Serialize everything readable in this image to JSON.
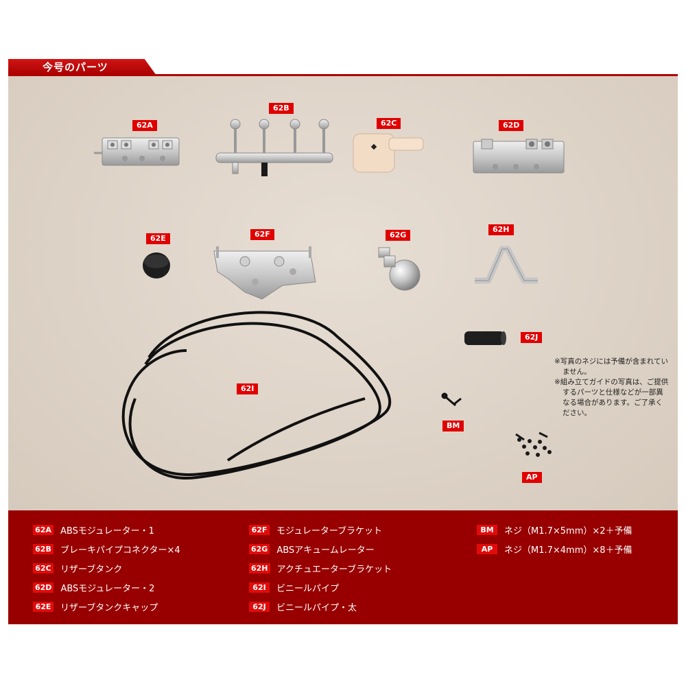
{
  "header": {
    "title": "今号のパーツ"
  },
  "photo_labels": {
    "a": "62A",
    "b": "62B",
    "c": "62C",
    "d": "62D",
    "e": "62E",
    "f": "62F",
    "g": "62G",
    "h": "62H",
    "i": "62I",
    "j": "62J",
    "bm": "BM",
    "ap": "AP"
  },
  "note": {
    "line1": "※写真のネジには予備が含まれていません。",
    "line2": "※組み立てガイドの写真は、ご提供するパーツと仕様などが一部異なる場合があります。ご了承ください。"
  },
  "legend": {
    "items": [
      {
        "code": "62A",
        "name": "ABSモジュレーター・1"
      },
      {
        "code": "62B",
        "name": "ブレーキパイプコネクター×4"
      },
      {
        "code": "62C",
        "name": "リザーブタンク"
      },
      {
        "code": "62D",
        "name": "ABSモジュレーター・2"
      },
      {
        "code": "62E",
        "name": "リザーブタンクキャップ"
      },
      {
        "code": "62F",
        "name": "モジュレーターブラケット"
      },
      {
        "code": "62G",
        "name": "ABSアキュームレーター"
      },
      {
        "code": "62H",
        "name": "アクチュエーターブラケット"
      },
      {
        "code": "62I",
        "name": "ビニールパイプ"
      },
      {
        "code": "62J",
        "name": "ビニールパイプ・太"
      },
      {
        "code": "BM",
        "name": "ネジ（M1.7×5mm）×2＋予備"
      },
      {
        "code": "AP",
        "name": "ネジ（M1.7×4mm）×8＋予備"
      }
    ]
  },
  "colors": {
    "accent": "#e00000",
    "band": "#980000",
    "background": "#ddd2c6"
  }
}
